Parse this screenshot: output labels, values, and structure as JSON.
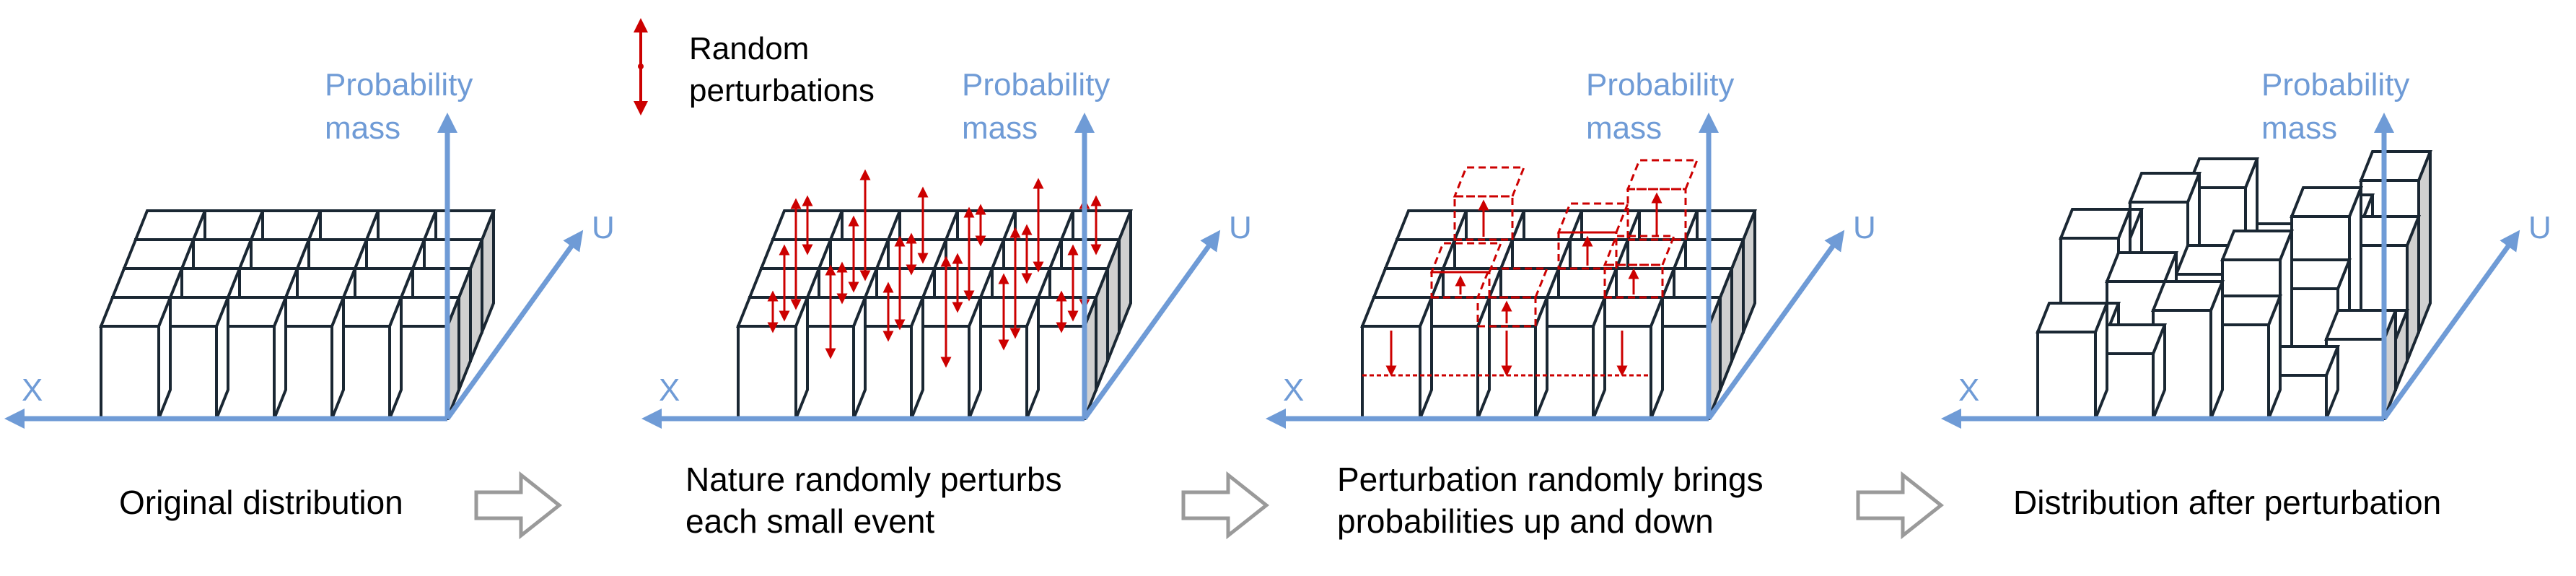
{
  "legend": {
    "line1": "Random",
    "line2": "perturbations"
  },
  "panels": [
    {
      "id": "original",
      "caption": [
        "Original distribution"
      ]
    },
    {
      "id": "perturb-arrows",
      "caption": [
        "Nature randomly perturbs",
        "each small event"
      ]
    },
    {
      "id": "up-down",
      "caption": [
        "Perturbation randomly brings",
        "probabilities up and down"
      ]
    },
    {
      "id": "after",
      "caption": [
        "Distribution after perturbation"
      ]
    }
  ],
  "axes": {
    "vertical": [
      "Probability",
      "mass"
    ],
    "depth": "U",
    "horizontal": "X"
  },
  "colors": {
    "axis": "#6f9bd6",
    "perturb": "#cc0000",
    "grid": "#1a2733",
    "side": "#d0d0d0",
    "arrow": "#9a9a9a"
  },
  "icons": {
    "step": "right-arrow-icon",
    "legend": "double-arrow-icon"
  }
}
